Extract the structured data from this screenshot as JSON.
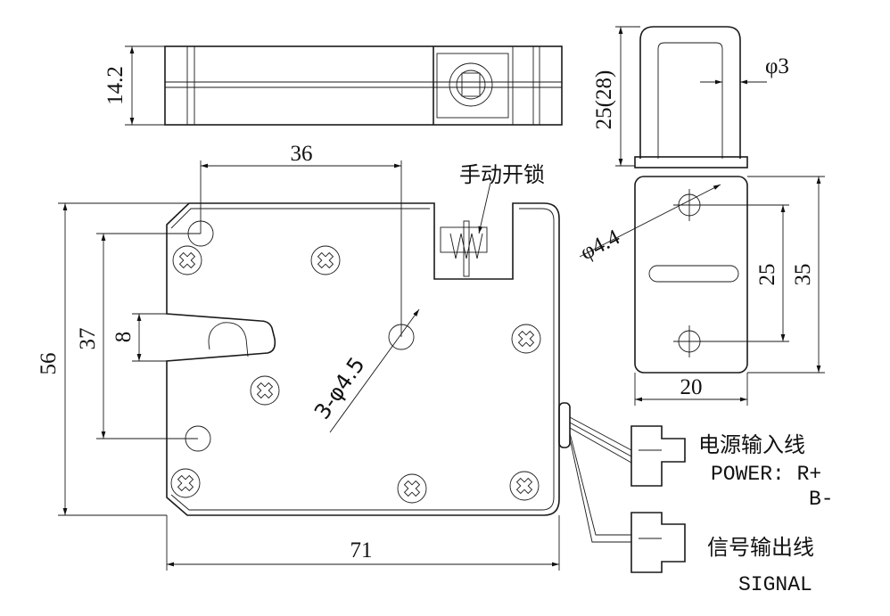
{
  "dimensions": {
    "top_height": "14.2",
    "hole_spacing_x": "36",
    "manual_unlock": "手动开锁",
    "body_height": "56",
    "hole_spacing_y": "37",
    "slot_width": "8",
    "holes": "3-φ4.5",
    "body_width": "71",
    "bracket_height": "25(28)",
    "bracket_dia": "φ3",
    "plate_hole": "φ4.4",
    "plate_hole_spacing": "25",
    "plate_height": "35",
    "plate_width": "20"
  },
  "wires": {
    "power_cn": "电源输入线",
    "power_label": "POWER: R+",
    "power_neg": "B-",
    "signal_cn": "信号输出线",
    "signal_label": "SIGNAL"
  }
}
